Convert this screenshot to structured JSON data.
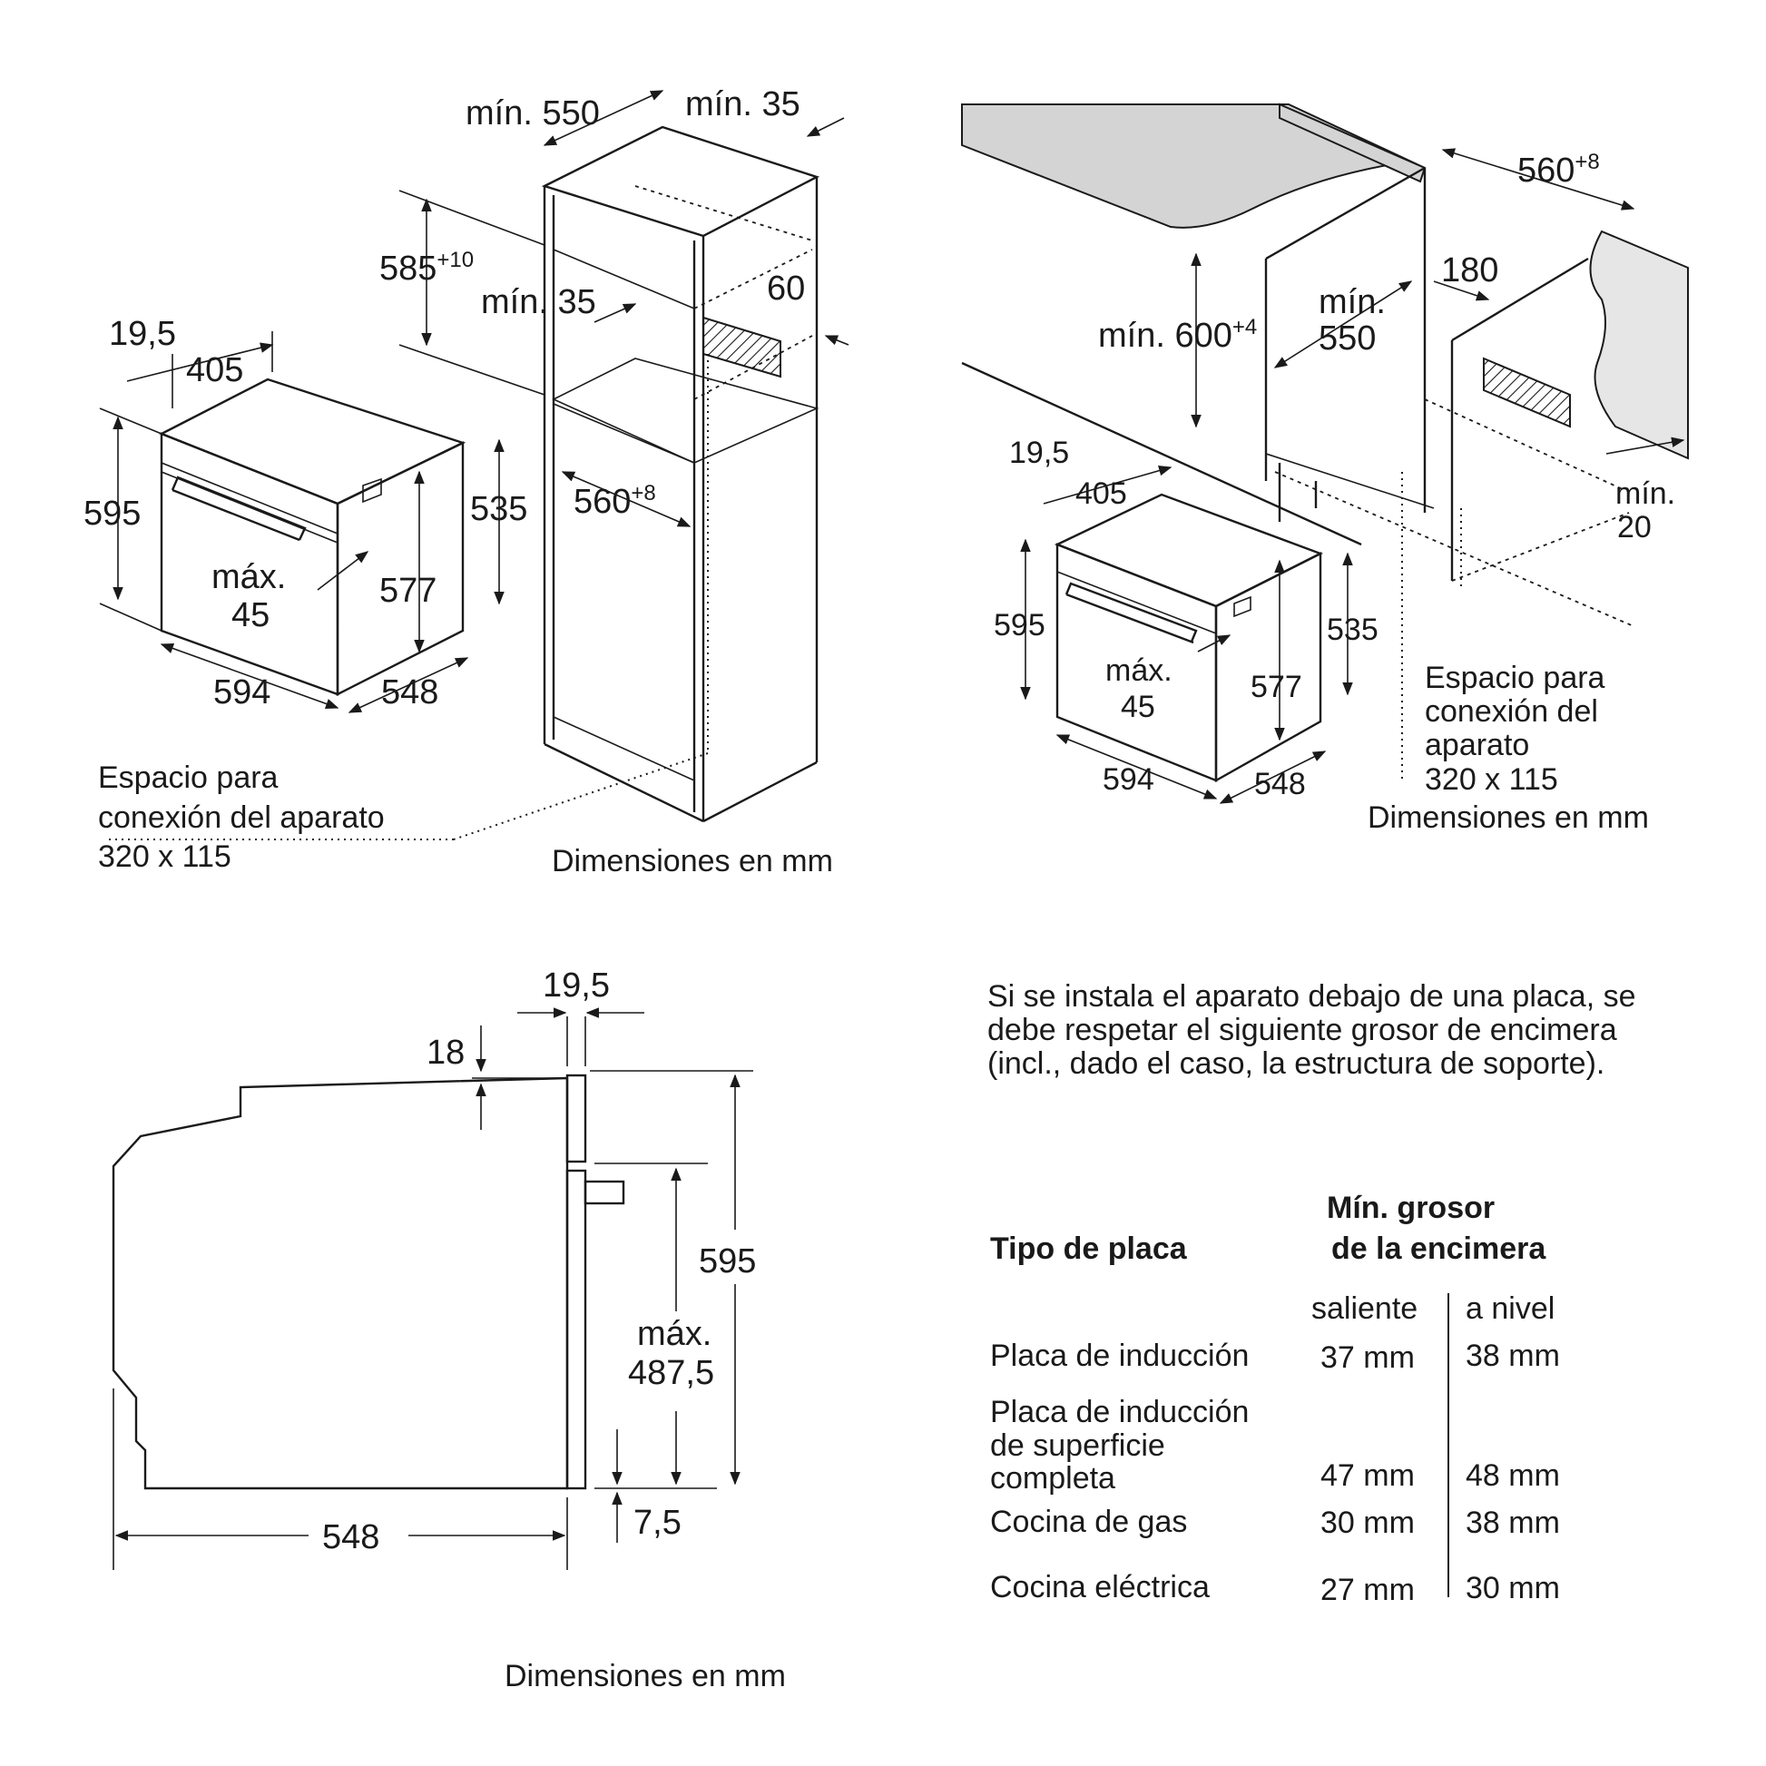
{
  "dims": {
    "d_550": "mín. 550",
    "d_35top": "mín. 35",
    "d_585": "585",
    "d_585_sup": "+10",
    "d_35mid": "mín. 35",
    "d_60": "60",
    "d_19_5": "19,5",
    "d_405": "405",
    "d_595": "595",
    "d_535": "535",
    "d_577": "577",
    "d_max": "máx.",
    "d_45": "45",
    "d_594": "594",
    "d_548": "548",
    "d_560": "560",
    "d_560_sup": "+8",
    "conn_l1": "Espacio para",
    "conn_l2": "conexión del aparato",
    "conn_l3": "320 x 115",
    "units": "Dimensiones en mm"
  },
  "dims2": {
    "d_560": "560",
    "d_560_sup": "+8",
    "d_180": "180",
    "d_min": "mín.",
    "d_550": "550",
    "d_600": "mín. 600",
    "d_600_sup": "+4",
    "d_19_5": "19,5",
    "d_405": "405",
    "d_595": "595",
    "d_max": "máx.",
    "d_45": "45",
    "d_577": "577",
    "d_535": "535",
    "d_594": "594",
    "d_548": "548",
    "d_min20a": "mín.",
    "d_min20b": "20",
    "conn_l1": "Espacio para",
    "conn_l2": "conexión del",
    "conn_l3": "aparato",
    "conn_l4": "320 x 115",
    "units": "Dimensiones en mm"
  },
  "dims3": {
    "d_19_5": "19,5",
    "d_18": "18",
    "d_595": "595",
    "d_max": "máx.",
    "d_487": "487,5",
    "d_7_5": "7,5",
    "d_548": "548",
    "units": "Dimensiones en mm"
  },
  "table": {
    "intro": "Si se instala el aparato debajo de una placa, se debe respetar el siguiente grosor de encimera (incl., dado el caso, la estructura de soporte).",
    "col_type": "Tipo de placa",
    "col_min_l1": "Mín. grosor",
    "col_min_l2": "de la encimera",
    "sub_a": "saliente",
    "sub_b": "a nivel",
    "rows": [
      {
        "name_l1": "Placa de inducción",
        "name_l2": "",
        "name_l3": "",
        "a": "37 mm",
        "b": "38 mm"
      },
      {
        "name_l1": "Placa de inducción",
        "name_l2": "de superficie",
        "name_l3": "completa",
        "a": "47 mm",
        "b": "48 mm"
      },
      {
        "name_l1": "Cocina de gas",
        "name_l2": "",
        "name_l3": "",
        "a": "30 mm",
        "b": "38 mm"
      },
      {
        "name_l1": "Cocina eléctrica",
        "name_l2": "",
        "name_l3": "",
        "a": "27 mm",
        "b": "30 mm"
      }
    ]
  }
}
